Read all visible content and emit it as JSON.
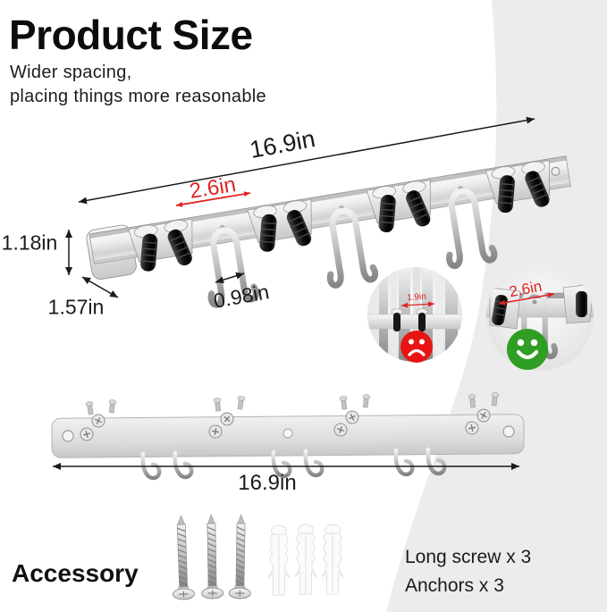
{
  "header": {
    "title": "Product Size",
    "subtitle_line1": "Wider spacing,",
    "subtitle_line2": "placing things more reasonable"
  },
  "dimensions": {
    "main_total_length": "16.9in",
    "slot_spacing": "2.6in",
    "bracket_height": "1.18in",
    "bracket_depth": "1.57in",
    "hook_width": "0.98in",
    "back_total_length": "16.9in"
  },
  "comparison": {
    "bad_spacing": "1.9in",
    "good_spacing": "2.6in",
    "bad_face": "sad-face",
    "good_face": "happy-face"
  },
  "accessory": {
    "label": "Accessory",
    "items": [
      "Long screw x 3",
      "Anchors x 3"
    ]
  },
  "colors": {
    "dimension_red": "#e02222",
    "face_red": "#e81414",
    "face_green": "#2f9e23",
    "band_gray": "#ececec",
    "text_black": "#1a1a1a"
  }
}
